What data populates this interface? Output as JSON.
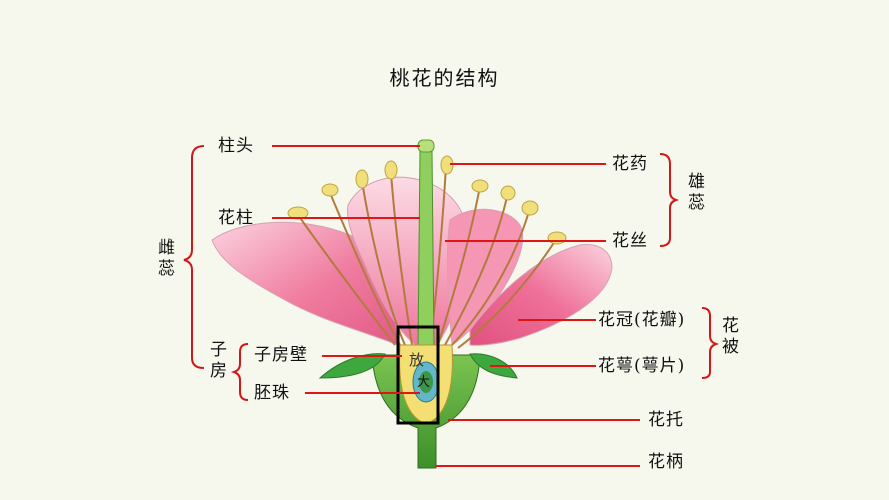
{
  "title": "桃花的结构",
  "labels": {
    "stigma": "柱头",
    "style": "花柱",
    "ovary": "子房",
    "ovary_wall": "子房壁",
    "ovule": "胚珠",
    "pistil": "雌蕊",
    "anther": "花药",
    "filament": "花丝",
    "stamen": "雄蕊",
    "corolla": "花冠(花瓣)",
    "calyx": "花萼(萼片)",
    "perianth": "花被",
    "receptacle": "花托",
    "pedicel": "花柄"
  },
  "inset_glyphs": {
    "top": "放",
    "center": "大"
  },
  "colors": {
    "leader_line": "#e01515",
    "bracket": "#d01818",
    "petal": "#f07ca0",
    "petal_light": "#f9c3d3",
    "sepal": "#35a83a",
    "stem": "#3d9a2e",
    "filament": "#b37a3f",
    "anther": "#f0df7a",
    "highlight_box": "#000000"
  }
}
